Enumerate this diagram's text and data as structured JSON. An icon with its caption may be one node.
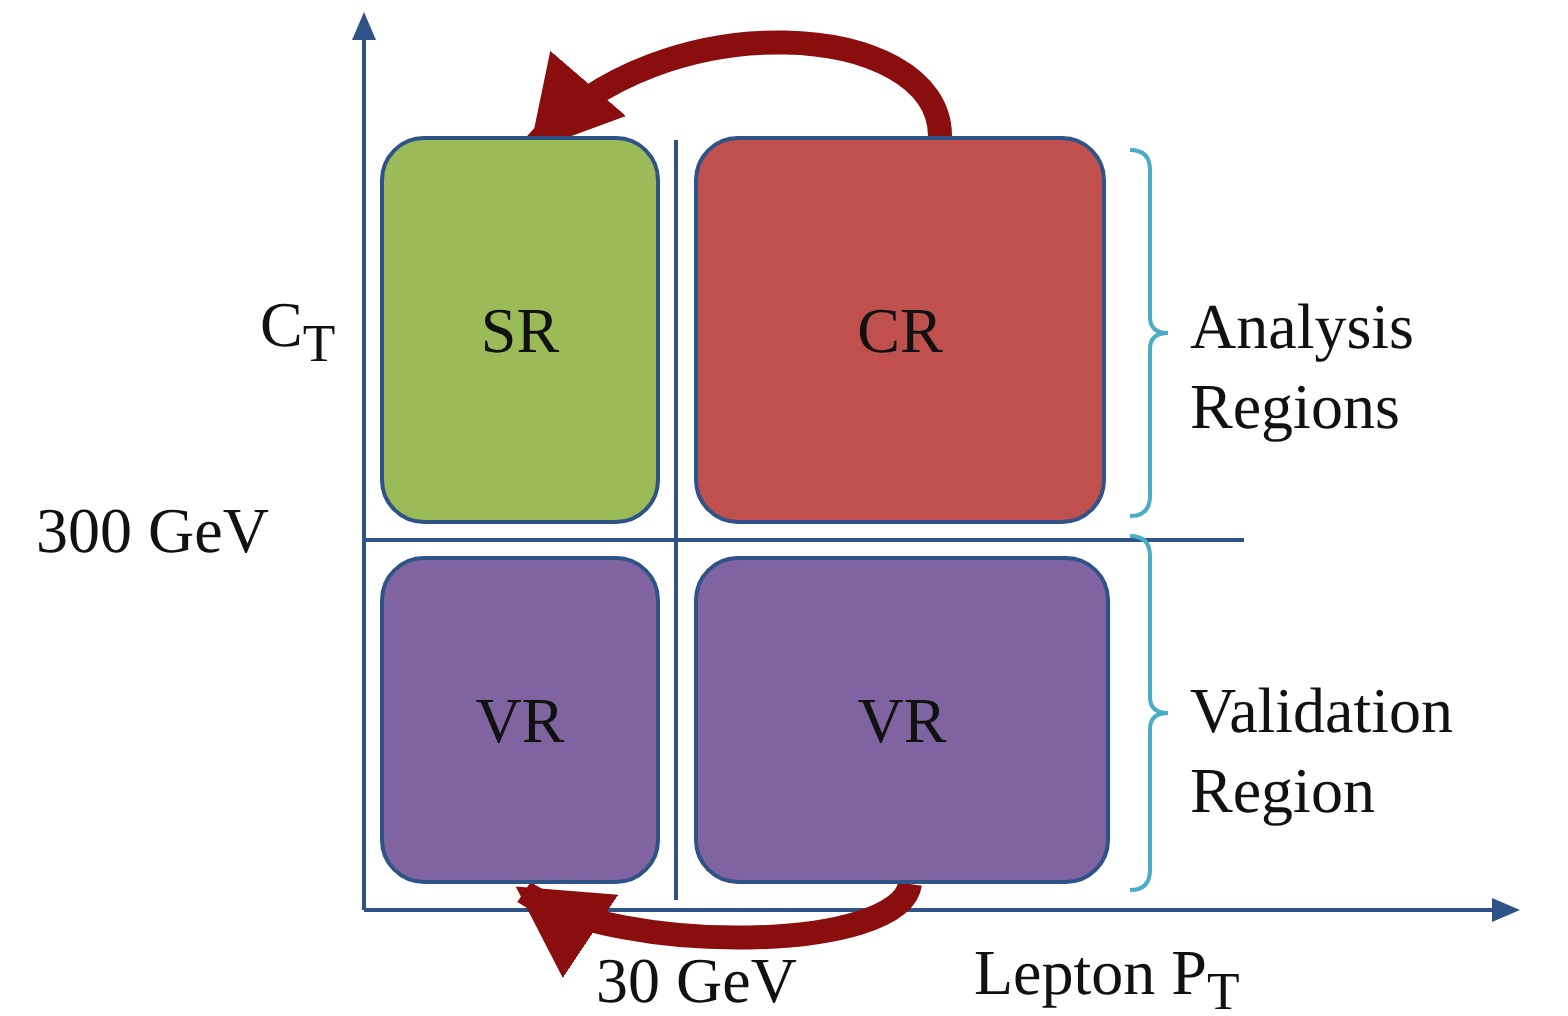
{
  "diagram": {
    "nodes": [
      {
        "text": [
          "SR"
        ]
      },
      {
        "text": [
          "CR"
        ]
      },
      {
        "text": [
          "VR"
        ]
      },
      {
        "text": [
          "VR"
        ]
      }
    ],
    "edges": [
      {
        "from": 1,
        "to": 0,
        "arrow": "to"
      },
      {
        "from": 3,
        "to": 2,
        "arrow": "to"
      }
    ],
    "labels": [
      "C$_{T}$",
      "300 GeV",
      "30 GeV",
      "Lepton P$_{T}$",
      "Analysis Regions",
      "Validation Region"
    ]
  }
}
